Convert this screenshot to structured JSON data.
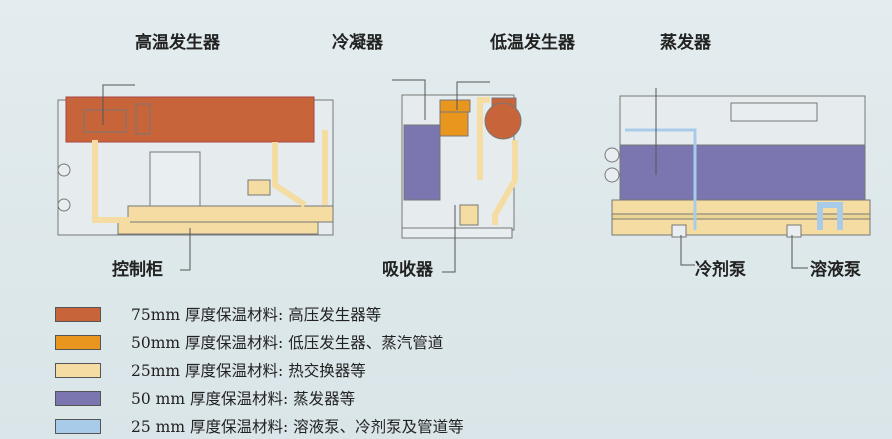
{
  "labels": {
    "high_temp_generator": "高温发生器",
    "condenser": "冷凝器",
    "low_temp_generator": "低温发生器",
    "evaporator": "蒸发器",
    "control_cabinet": "控制柜",
    "absorber": "吸收器",
    "refrigerant_pump": "冷剂泵",
    "solution_pump": "溶液泵"
  },
  "legend": [
    {
      "text": "75mm 厚度保温材料: 高压发生器等",
      "color": "#c8643a"
    },
    {
      "text": "50mm 厚度保温材料: 低压发生器、蒸汽管道",
      "color": "#e8961e"
    },
    {
      "text": "25mm 厚度保温材料: 热交换器等",
      "color": "#f4dca2"
    },
    {
      "text": "50 mm 厚度保温材料: 蒸发器等",
      "color": "#7b76b0"
    },
    {
      "text": "25 mm 厚度保温材料: 溶液泵、冷剂泵及管道等",
      "color": "#a9cbea"
    }
  ]
}
